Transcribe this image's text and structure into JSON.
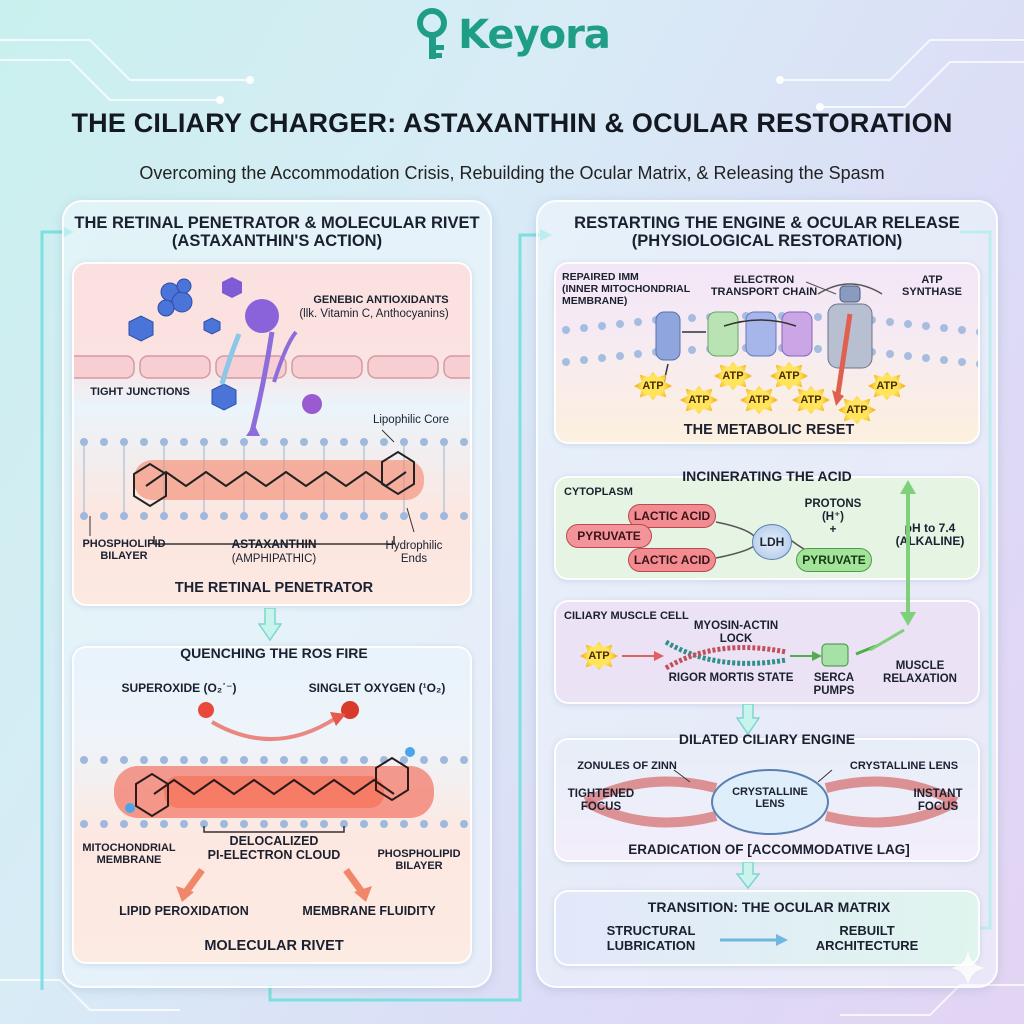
{
  "brand": {
    "name": "Keyora",
    "logo_icon": "key-icon"
  },
  "title": "THE CILIARY CHARGER: ASTAXANTHIN & OCULAR RESTORATION",
  "subtitle": "Overcoming the Accommodation Crisis, Rebuilding the Ocular Matrix, & Releasing the Spasm",
  "left_panel": {
    "heading": "THE RETINAL PENETRATOR & MOLECULAR RIVET\n(ASTAXANTHIN'S ACTION)",
    "penetrator": {
      "generic_antioxidants": "GENEBIC ANTIOXIDANTS",
      "generic_examples": "(llk. Vitamin C, Anthocyanins)",
      "tight_junctions": "TIGHT JUNCTIONS",
      "lipophilic_core": "Lipophilic Core",
      "phospholipid_bilayer": "PHOSPHOLIPID\nBILAYER",
      "astaxanthin": "ASTAXANTHIN",
      "amphipathic": "(AMPHIPATHIC)",
      "hydrophilic_ends": "Hydrophilic\nEnds",
      "caption": "THE RETINAL PENETRATOR"
    },
    "quenching": {
      "heading": "QUENCHING THE ROS FIRE",
      "superoxide": "SUPEROXIDE (O₂˙⁻)",
      "singlet_oxygen": "SINGLET OXYGEN (¹O₂)",
      "mitochondrial_membrane": "MITOCHONDRIAL\nMEMBRANE",
      "delocalized": "DELOCALIZED\nPI-ELECTRON CLOUD",
      "phospholipid_bilayer": "PHOSPHOLIPID\nBILAYER",
      "lipid_peroxidation": "LIPID PEROXIDATION",
      "membrane_fluidity": "MEMBRANE FLUIDITY",
      "caption": "MOLECULAR RIVET"
    }
  },
  "right_panel": {
    "heading": "RESTARTING THE ENGINE & OCULAR RELEASE\n(PHYSIOLOGICAL RESTORATION)",
    "metabolic": {
      "repaired_imm": "REPAIRED IMM\n(INNER MITOCHONDRIAL\nMEMBRANE)",
      "etc": "ELECTRON\nTRANSPORT CHAIN",
      "atp_synthase": "ATP\nSYNTHASE",
      "atp_label": "ATP",
      "caption": "THE METABOLIC RESET"
    },
    "acid": {
      "heading": "INCINERATING THE ACID",
      "cytoplasm": "CYTOPLASM",
      "lactic_acid_1": "LACTIC ACID",
      "pyruvate_1": "PYRUVATE",
      "lactic_acid_2": "LACTIC ACID",
      "ldh": "LDH",
      "protons": "PROTONS\n(H⁺)\n+",
      "pyruvate_2": "PYRUVATE",
      "ph": "pH to 7.4\n(ALKALINE)"
    },
    "ciliary": {
      "cell": "CILIARY MUSCLE CELL",
      "myosin": "MYOSIN-ACTIN\nLOCK",
      "atp": "ATP",
      "rigor": "RIGOR MORTIS STATE",
      "serca": "SERCA\nPUMPS",
      "relaxation": "MUSCLE\nRELAXATION"
    },
    "dilated": {
      "heading": "DILATED CILIARY ENGINE",
      "zonules": "ZONULES OF ZINN",
      "crystalline_lens_label": "CRYSTALLINE LENS",
      "tightened": "TIGHTENED\nFOCUS",
      "lens": "CRYSTALLINE\nLENS",
      "instant": "INSTANT\nFOCUS",
      "caption": "ERADICATION OF [ACCOMMODATIVE LAG]"
    },
    "transition": {
      "heading": "TRANSITION: THE OCULAR MATRIX",
      "structural": "STRUCTURAL\nLUBRICATION",
      "rebuilt": "REBUILT\nARCHITECTURE"
    }
  },
  "colors": {
    "brand": "#1e9e86",
    "ros_red": "#ef4a2e",
    "atp_yellow": "#ffd43b",
    "acid_red": "#e8757e",
    "alkaline_green": "#8fdc8a",
    "muscle_purple": "#e6d9f2"
  }
}
